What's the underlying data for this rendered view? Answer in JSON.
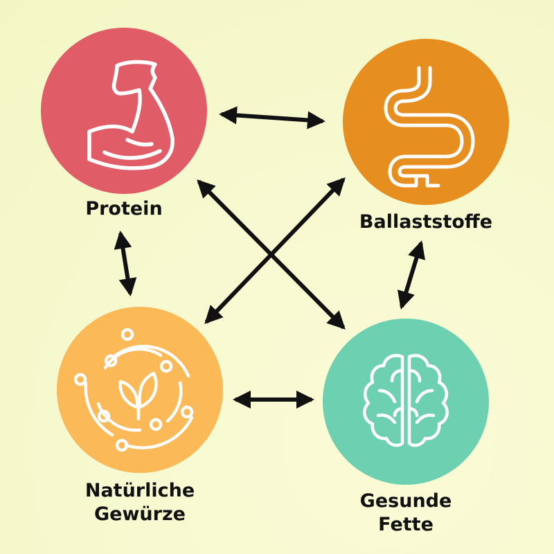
{
  "nodes": [
    {
      "id": "protein",
      "lines": [
        "Protein"
      ],
      "color": "#e05c66",
      "icon": "flexed-bicep-icon"
    },
    {
      "id": "ballaststoffe",
      "lines": [
        "Ballaststoffe"
      ],
      "color": "#e68e1f",
      "icon": "intestines-icon"
    },
    {
      "id": "gewuerze",
      "lines": [
        "Natürliche",
        "Gewürze"
      ],
      "color": "#fbb957",
      "icon": "leaf-orbit-icon"
    },
    {
      "id": "fette",
      "lines": [
        "Gesunde",
        "Fette"
      ],
      "color": "#6dd0b0",
      "icon": "brain-icon"
    }
  ],
  "connections": [
    {
      "from": "protein",
      "to": "ballaststoffe"
    },
    {
      "from": "protein",
      "to": "gewuerze"
    },
    {
      "from": "protein",
      "to": "fette"
    },
    {
      "from": "ballaststoffe",
      "to": "gewuerze"
    },
    {
      "from": "ballaststoffe",
      "to": "fette"
    },
    {
      "from": "gewuerze",
      "to": "fette"
    }
  ],
  "arrow_color": "#111111",
  "icon_stroke_color": "#ffffff"
}
